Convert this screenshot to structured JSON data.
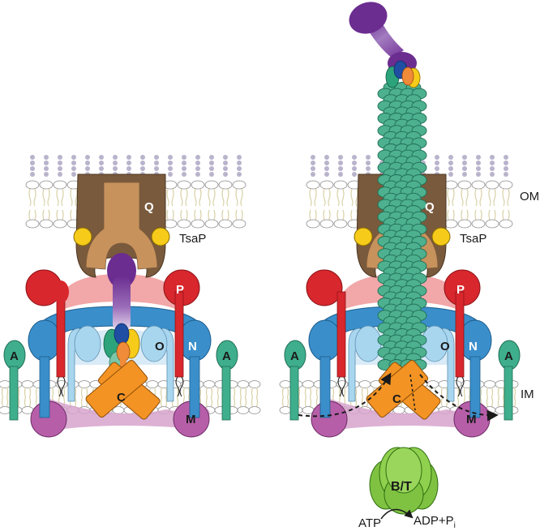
{
  "labels": {
    "q": "Q",
    "tsap": "TsaP",
    "p": "P",
    "o": "O",
    "n": "N",
    "a": "A",
    "c": "C",
    "m": "M",
    "om": "OM",
    "im": "IM",
    "bt": "B/T",
    "atp": "ATP",
    "adp": "ADP+P",
    "adp_sub": "i"
  },
  "colors": {
    "secretin_outer": "#7a5a3c",
    "secretin_inner": "#c8925c",
    "tsap": "#f6cb1a",
    "p_protein": "#d8272d",
    "p_ring": "#f2a7a8",
    "n_ring": "#3a8fcb",
    "o_ring": "#a9d6ef",
    "a_protein": "#3fae8c",
    "c_protein": "#f39324",
    "m_protein": "#b75ea9",
    "pilus": "#4db08f",
    "tip_purple": "#6b2d90",
    "bt_atpase": "#7fc242",
    "membrane": "#e9e4c8"
  },
  "scene_state": {
    "left": "pilus-retracted",
    "right": "pilus-extended"
  }
}
